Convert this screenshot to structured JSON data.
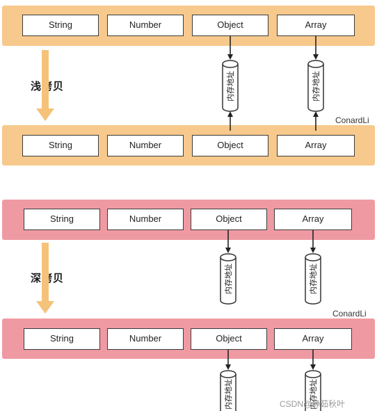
{
  "shallow_copy": {
    "label": "浅拷贝",
    "source_types": [
      "String",
      "Number",
      "Object",
      "Array"
    ],
    "target_types": [
      "String",
      "Number",
      "Object",
      "Array"
    ],
    "memory_label": "内存地址",
    "watermark": "ConardLi"
  },
  "deep_copy": {
    "label": "深拷贝",
    "source_types": [
      "String",
      "Number",
      "Object",
      "Array"
    ],
    "target_types": [
      "String",
      "Number",
      "Object",
      "Array"
    ],
    "memory_label": "内存地址",
    "watermark": "ConardLi"
  },
  "credit": "CSDN@静茹秋叶",
  "colors": {
    "shallow_band": "#f7c98c",
    "deep_band": "#ef9aa3",
    "copy_arrow": "#f5c27a"
  }
}
